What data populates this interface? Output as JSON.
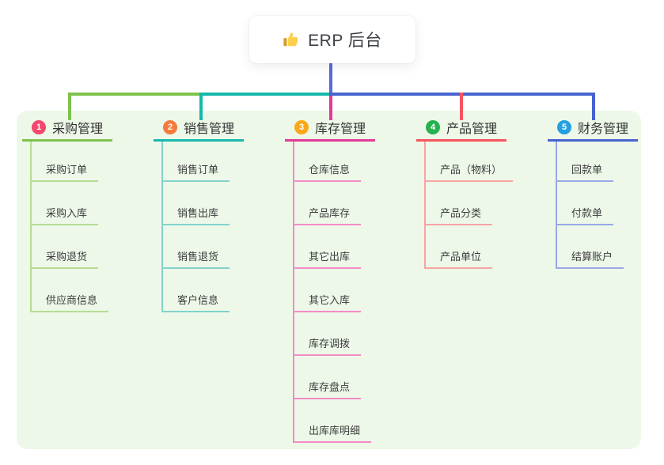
{
  "root": {
    "icon": "thumbs-up",
    "label": "ERP 后台"
  },
  "branches": [
    {
      "num": "1",
      "title": "采购管理",
      "colors": {
        "line": "#7ec24d",
        "light": "#b6dc95",
        "badge": "#f3476c"
      },
      "children": [
        "采购订单",
        "采购入库",
        "采购退货",
        "供应商信息"
      ]
    },
    {
      "num": "2",
      "title": "销售管理",
      "colors": {
        "line": "#16b8ab",
        "light": "#82d3ca",
        "badge": "#f57b3d"
      },
      "children": [
        "销售订单",
        "销售出库",
        "销售退货",
        "客户信息"
      ]
    },
    {
      "num": "3",
      "title": "库存管理",
      "colors": {
        "line": "#e23a96",
        "light": "#f28cc5",
        "badge": "#f9a818"
      },
      "children": [
        "仓库信息",
        "产品库存",
        "其它出库",
        "其它入库",
        "库存调拨",
        "库存盘点",
        "出库库明细"
      ]
    },
    {
      "num": "4",
      "title": "产品管理",
      "colors": {
        "line": "#f6555f",
        "light": "#f9a3a4",
        "badge": "#26b24e"
      },
      "children": [
        "产品（物料）",
        "产品分类",
        "产品单位"
      ]
    },
    {
      "num": "5",
      "title": "财务管理",
      "colors": {
        "line": "#4763cf",
        "light": "#98a9e5",
        "badge": "#23a0e0"
      },
      "children": [
        "回款单",
        "付款单",
        "结算账户"
      ]
    }
  ],
  "colors": {
    "canvas_bg": "#ffffff",
    "panel_bg": "#edf8e9",
    "root_connector": "#5a6ad2",
    "title_text": "#333333",
    "child_text": "#3d3d3d",
    "thumb_yellow": "#fcd04b",
    "thumb_cuff": "#d99b2b"
  }
}
